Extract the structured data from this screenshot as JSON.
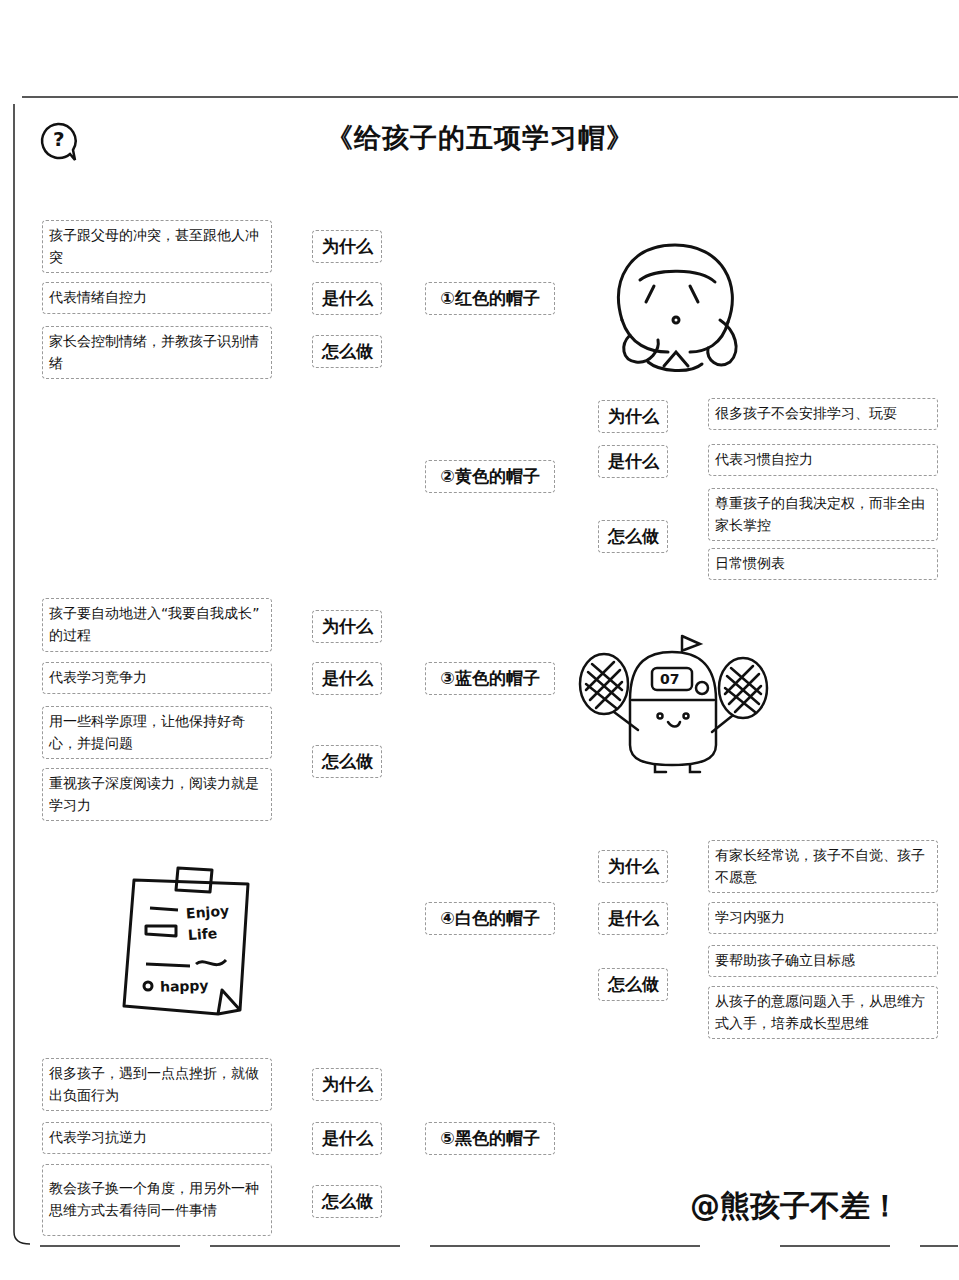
{
  "diagram": {
    "title": "《给孩子的五项学习帽》",
    "nodes": [
      {
        "text": [
          "孩子跟父母的冲突，甚至跟他人冲突"
        ]
      },
      {
        "text": [
          "为什么"
        ]
      },
      {
        "text": [
          "代表情绪自控力"
        ]
      },
      {
        "text": [
          "是什么"
        ]
      },
      {
        "text": [
          "①红色的帽子"
        ]
      },
      {
        "text": [
          "家长会控制情绪，并教孩子识别情绪"
        ]
      },
      {
        "text": [
          "怎么做"
        ]
      },
      {
        "text": [
          "为什么"
        ]
      },
      {
        "text": [
          "很多孩子不会安排学习、玩耍"
        ]
      },
      {
        "text": [
          "是什么"
        ]
      },
      {
        "text": [
          "代表习惯自控力"
        ]
      },
      {
        "text": [
          "②黄色的帽子"
        ]
      },
      {
        "text": [
          "尊重孩子的自我决定权，而非全由家长掌控"
        ]
      },
      {
        "text": [
          "怎么做"
        ]
      },
      {
        "text": [
          "日常惯例表"
        ]
      },
      {
        "text": [
          "孩子要自动地进入“我要自我成长”的过程"
        ]
      },
      {
        "text": [
          "为什么"
        ]
      },
      {
        "text": [
          "代表学习竞争力"
        ]
      },
      {
        "text": [
          "是什么"
        ]
      },
      {
        "text": [
          "③蓝色的帽子"
        ]
      },
      {
        "text": [
          "用一些科学原理，让他保持好奇心，并提问题"
        ]
      },
      {
        "text": [
          "怎么做"
        ]
      },
      {
        "text": [
          "重视孩子深度阅读力，阅读力就是学习力"
        ]
      },
      {
        "text": [
          "为什么"
        ]
      },
      {
        "text": [
          "有家长经常说，孩子不自觉、孩子不愿意"
        ]
      },
      {
        "text": [
          "④白色的帽子"
        ]
      },
      {
        "text": [
          "是什么"
        ]
      },
      {
        "text": [
          "学习内驱力"
        ]
      },
      {
        "text": [
          "要帮助孩子确立目标感"
        ]
      },
      {
        "text": [
          "怎么做"
        ]
      },
      {
        "text": [
          "从孩子的意愿问题入手，从思维方式入手，培养成长型思维"
        ]
      },
      {
        "text": [
          "很多孩子，遇到一点点挫折，就做出负面行为"
        ]
      },
      {
        "text": [
          "为什么"
        ]
      },
      {
        "text": [
          "代表学习抗逆力"
        ]
      },
      {
        "text": [
          "是什么"
        ]
      },
      {
        "text": [
          "⑤黑色的帽子"
        ]
      },
      {
        "text": [
          "教会孩子换一个角度，用另外一种思维方式去看待同一件事情"
        ]
      },
      {
        "text": [
          "怎么做"
        ]
      }
    ],
    "labels": [
      "?",
      "07",
      "Enjoy",
      "Life",
      "happy",
      "@熊孩子不差！"
    ]
  }
}
